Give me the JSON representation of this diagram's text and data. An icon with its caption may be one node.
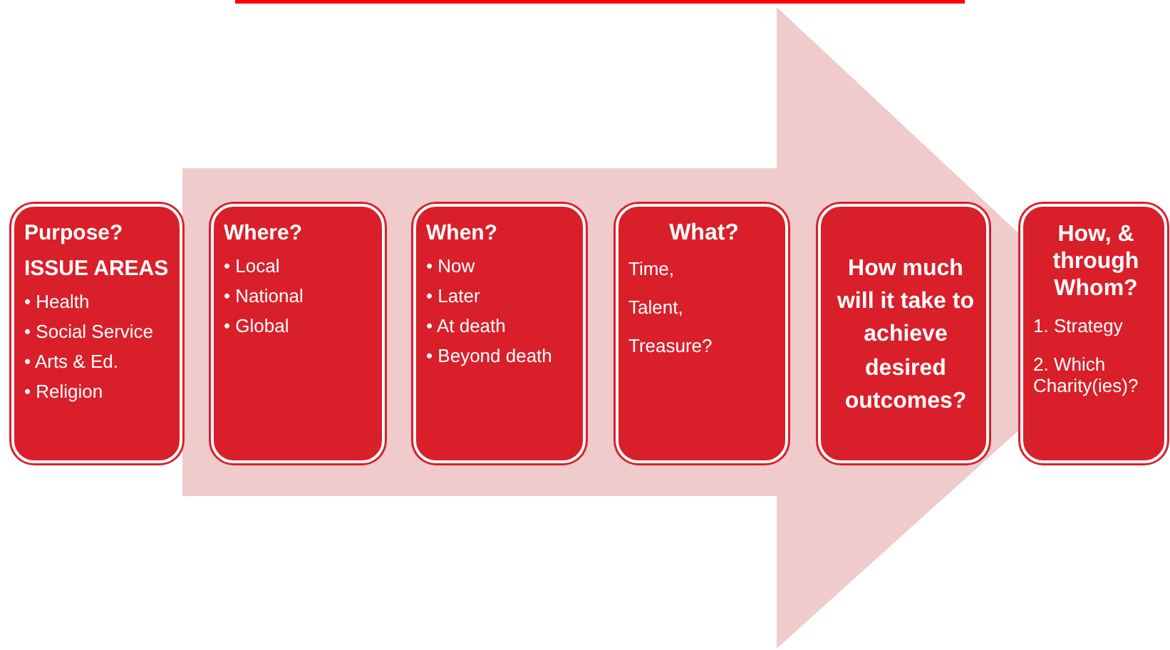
{
  "diagram": {
    "nodes": [
      {
        "text": [
          "Purpose?",
          "ISSUE AREAS",
          "• Health",
          "• Social Service",
          "• Arts & Ed.",
          "• Religion"
        ]
      },
      {
        "text": [
          "Where?",
          "• Local",
          "• National",
          "• Global"
        ]
      },
      {
        "text": [
          "When?",
          "• Now",
          "• Later",
          "• At death",
          "• Beyond death"
        ]
      },
      {
        "text": [
          "What?",
          "Time,",
          "Talent,",
          "Treasure?"
        ]
      },
      {
        "text": [
          "How much will it take to achieve desired outcomes?"
        ]
      },
      {
        "text": [
          "How, & through Whom?",
          "1. Strategy",
          "2. Which Charity(ies)?"
        ]
      }
    ],
    "edges": [
      {
        "from": 0,
        "to": 5,
        "arrow": "to"
      }
    ]
  }
}
